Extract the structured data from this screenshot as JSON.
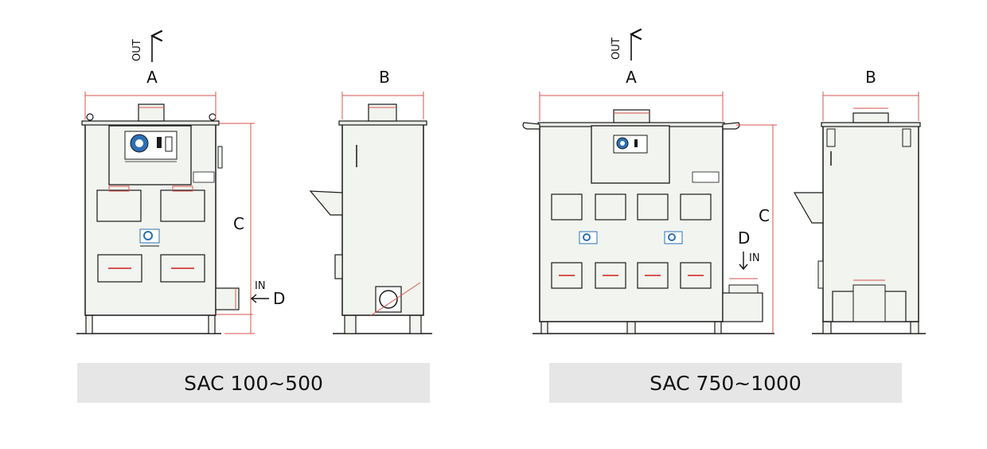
{
  "diagram": {
    "left_group": {
      "caption": "SAC 100~500",
      "out_label": "OUT",
      "in_label": "IN",
      "dim_a": "A",
      "dim_b": "B",
      "dim_c": "C",
      "dim_d": "D"
    },
    "right_group": {
      "caption": "SAC 750~1000",
      "out_label": "OUT",
      "in_label": "IN",
      "dim_a": "A",
      "dim_b": "B",
      "dim_c": "C",
      "dim_d": "D"
    },
    "colors": {
      "body_fill": "#f1f4ef",
      "outline": "#1a1a1a",
      "dimension_line": "#d9534f",
      "caption_bg": "#e6e6e6",
      "logo_blue": "#2c6fb5"
    }
  }
}
